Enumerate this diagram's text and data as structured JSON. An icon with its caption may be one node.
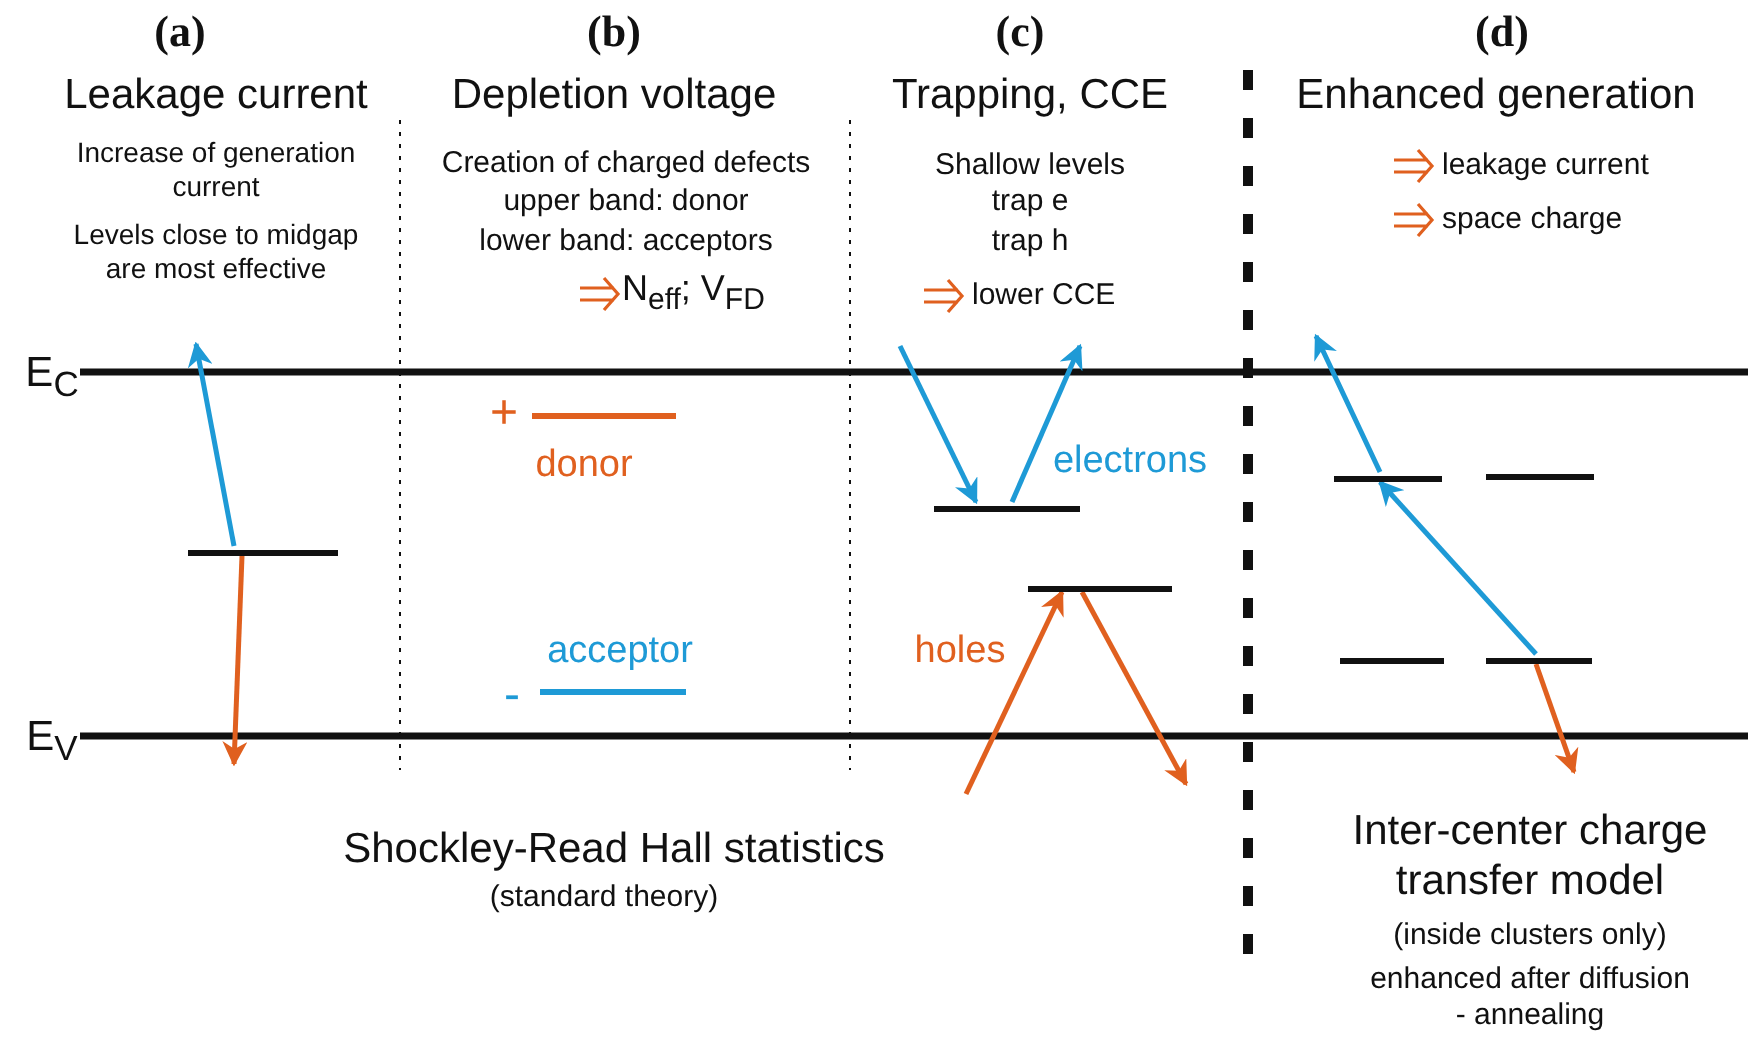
{
  "diagram": {
    "nodes": [
      {
        "text": [],
        "shape": "bar"
      },
      {
        "text": [],
        "shape": "bar"
      },
      {
        "text": [],
        "shape": "bar"
      },
      {
        "text": [],
        "shape": "bar"
      },
      {
        "text": [],
        "shape": "bar"
      },
      {
        "text": [],
        "shape": "bar"
      },
      {
        "text": [],
        "shape": "bar"
      }
    ],
    "edges": [
      {
        "from": 0,
        "to": null,
        "arrow": "to"
      },
      {
        "from": 0,
        "to": null,
        "arrow": "to",
        "color": "#e0601f"
      },
      {
        "from": null,
        "to": 1,
        "arrow": "to"
      },
      {
        "from": 1,
        "to": null,
        "arrow": "to"
      },
      {
        "from": null,
        "to": 2,
        "arrow": "to",
        "color": "#e0601f"
      },
      {
        "from": 2,
        "to": null,
        "arrow": "to",
        "color": "#e0601f"
      },
      {
        "from": 3,
        "to": null,
        "arrow": "to"
      },
      {
        "from": 6,
        "to": 3,
        "arrow": "to"
      },
      {
        "from": 6,
        "to": null,
        "arrow": "to",
        "color": "#e0601f"
      }
    ],
    "labels": [
      "(a)",
      "Leakage current",
      "Increase of generation current",
      "Levels close to midgap are most effective",
      "(b)",
      "Depletion voltage",
      "Creation of charged defects",
      "upper band: donor",
      "lower band: acceptors",
      "N$_{eff}$; V$_{FD}$",
      "(c)",
      "Trapping, CCE",
      "Shallow levels",
      "trap e",
      "trap h",
      "lower CCE",
      "(d)",
      "Enhanced generation",
      "leakage current",
      "space charge",
      "E$_{C}$",
      "E$_{V}$",
      "+",
      "donor",
      "-",
      "acceptor",
      "electrons",
      "holes",
      "Shockley-Read Hall statistics",
      "(standard theory)",
      "Inter-center charge transfer model",
      "(inside clusters only)",
      "enhanced after diffusion - annealing"
    ]
  }
}
